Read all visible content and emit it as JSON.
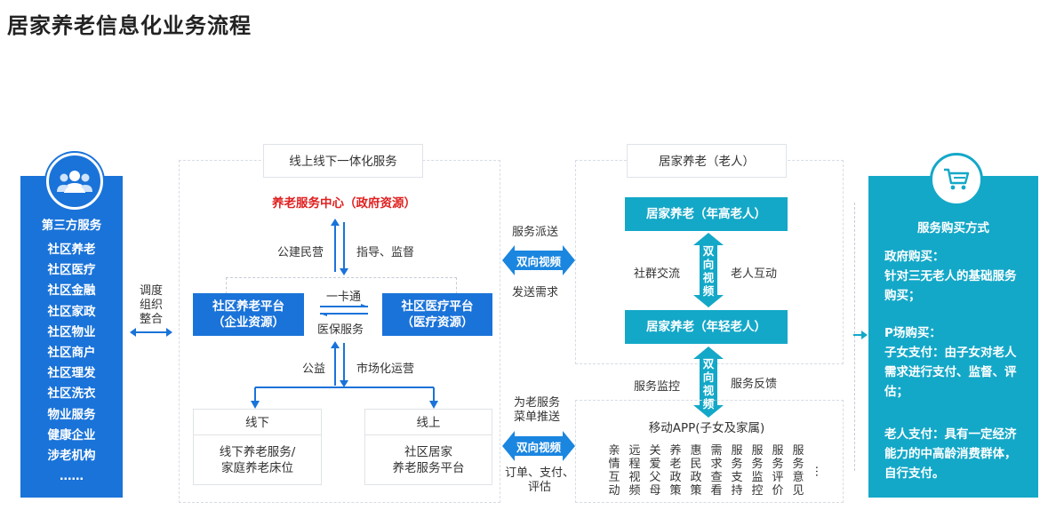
{
  "title": "居家养老信息化业务流程",
  "left": {
    "title": "第三方服务",
    "icon": "group-icon",
    "items": [
      "社区养老",
      "社区医疗",
      "社区金融",
      "社区家政",
      "社区物业",
      "社区商户",
      "社区理发",
      "社区洗衣",
      "物业服务",
      "健康企业",
      "涉老机构",
      "……"
    ]
  },
  "coordinate_label": "调度\n组织\n整合",
  "online_offline": {
    "header": "线上线下一体化服务",
    "center": "养老服务中心（政府资源）",
    "label_left_top": "公建民营",
    "label_right_top": "指导、监督",
    "platform_left": "社区养老平台\n（企业资源）",
    "platform_right": "社区医疗平台\n（医疗资源）",
    "card_label": "一卡通",
    "insurance_label": "医保服务",
    "label_left_bottom": "公益",
    "label_right_bottom": "市场化运营",
    "offline_header": "线下",
    "offline_body": "线下养老服务/\n家庭养老床位",
    "online_header": "线上",
    "online_body": "社区居家\n养老服务平台"
  },
  "middle": {
    "top_label": "服务派送",
    "top_arrow": "双向视频",
    "top_label2": "发送需求",
    "bottom_label": "为老服务\n菜单推送",
    "bottom_arrow": "双向视频",
    "bottom_label2": "订单、支付、\n评估"
  },
  "elderly": {
    "header": "居家养老（老人）",
    "box_top": "居家养老（年高老人）",
    "arrow_top": "双向视频",
    "label_left": "社群交流",
    "label_right": "老人互动",
    "box_bottom": "居家养老（年轻老人）",
    "arrow_bottom": "双向视频",
    "label_monitor": "服务监控",
    "label_feedback": "服务反馈",
    "app_title": "移动APP(子女及家属)",
    "app_features": [
      "亲情互动",
      "远程视频",
      "关爱父母",
      "养老政策",
      "惠民政策",
      "需求查看",
      "服务支持",
      "服务监控",
      "服务评价",
      "服务意见"
    ],
    "app_more": "…"
  },
  "right": {
    "title": "服务购买方式",
    "icon": "cart-icon",
    "gov_title": "政府购买：",
    "gov_body": "针对三无老人的基础服务购买；",
    "p_title": "P场购买：",
    "p_body": "子女支付：由子女对老人需求进行支付、监督、评估；",
    "elder_body": "老人支付：具有一定经济能力的中高龄消费群体，自行支付。"
  },
  "colors": {
    "blue": "#1a73d9",
    "teal": "#14a8c8",
    "red": "#e02020"
  }
}
